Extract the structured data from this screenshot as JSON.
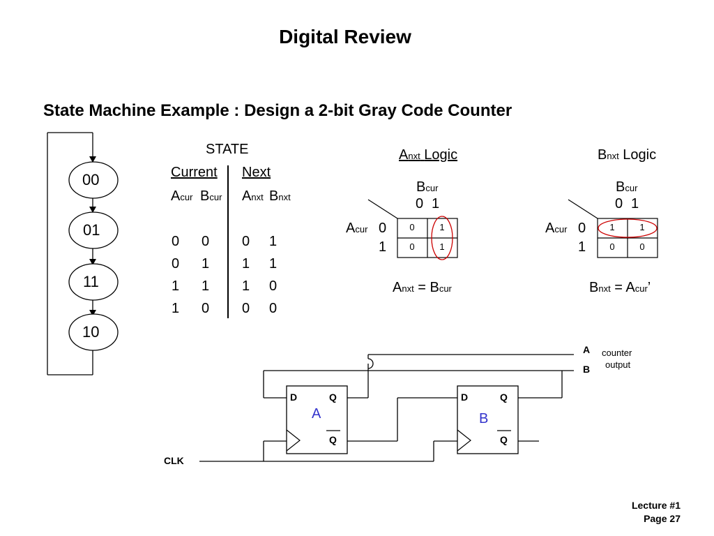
{
  "title": "Digital Review",
  "subtitle": "State Machine Example : Design a 2-bit Gray Code Counter",
  "state_diagram": {
    "states": [
      "00",
      "01",
      "11",
      "10"
    ]
  },
  "state_table": {
    "header": "STATE",
    "current_label": "Current",
    "next_label": "Next",
    "cur_a": "A",
    "cur_a_sub": "cur",
    "cur_b": "B",
    "cur_b_sub": "cur",
    "nxt_a": "A",
    "nxt_a_sub": "nxt",
    "nxt_b": "B",
    "nxt_b_sub": "nxt",
    "rows": [
      [
        "0",
        "0",
        "0",
        "1"
      ],
      [
        "0",
        "1",
        "1",
        "1"
      ],
      [
        "1",
        "1",
        "1",
        "0"
      ],
      [
        "1",
        "0",
        "0",
        "0"
      ]
    ]
  },
  "kmap_a": {
    "title_main": "A",
    "title_sub": "nxt",
    "title_rest": "Logic",
    "col_var": "B",
    "col_var_sub": "cur",
    "col_vals": [
      "0",
      "1"
    ],
    "row_var": "A",
    "row_var_sub": "cur",
    "row_vals": [
      "0",
      "1"
    ],
    "cells": [
      [
        "0",
        "1"
      ],
      [
        "0",
        "1"
      ]
    ],
    "eq_lhs": "A",
    "eq_lhs_sub": "nxt",
    "eq_mid": " = B",
    "eq_rhs_sub": "cur",
    "eq_tail": ""
  },
  "kmap_b": {
    "title_main": "B",
    "title_sub": "nxt",
    "title_rest": "Logic",
    "col_var": "B",
    "col_var_sub": "cur",
    "col_vals": [
      "0",
      "1"
    ],
    "row_var": "A",
    "row_var_sub": "cur",
    "row_vals": [
      "0",
      "1"
    ],
    "cells": [
      [
        "1",
        "1"
      ],
      [
        "0",
        "0"
      ]
    ],
    "eq_lhs": "B",
    "eq_lhs_sub": "nxt",
    "eq_mid": " = A",
    "eq_rhs_sub": "cur",
    "eq_tail": "’"
  },
  "circuit": {
    "ff_a": {
      "d": "D",
      "q": "Q",
      "qbar": "Q",
      "name": "A"
    },
    "ff_b": {
      "d": "D",
      "q": "Q",
      "qbar": "Q",
      "name": "B"
    },
    "clk_label": "CLK",
    "out_a": "A",
    "out_b": "B",
    "output_label_1": "counter",
    "output_label_2": "output"
  },
  "footer": {
    "line1": "Lecture #1",
    "line2": "Page 27"
  },
  "colors": {
    "highlight": "#cc0000",
    "ff_label": "#3333cc"
  }
}
